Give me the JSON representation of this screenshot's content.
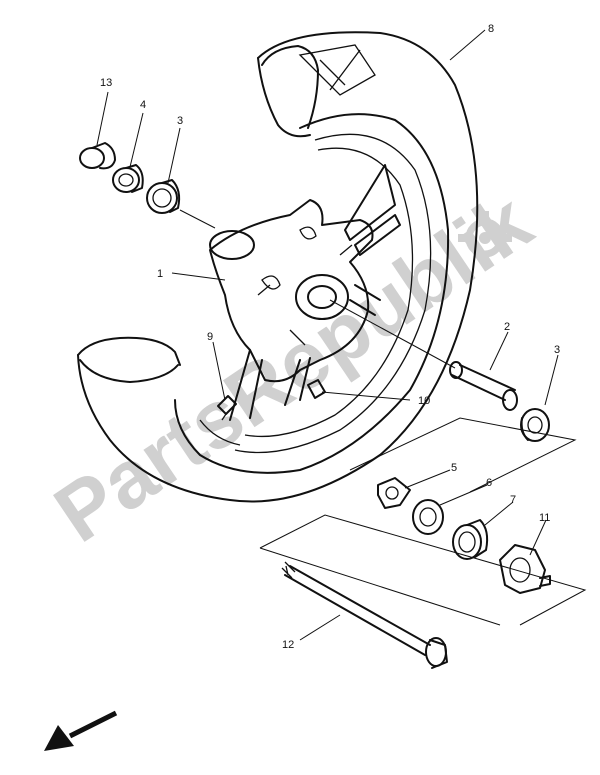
{
  "watermark": {
    "text": "PartsRepublik"
  },
  "callouts": {
    "c1": "1",
    "c2": "2",
    "c3a": "3",
    "c3b": "3",
    "c4": "4",
    "c5": "5",
    "c6": "6",
    "c7": "7",
    "c8": "8",
    "c9": "9",
    "c10": "10",
    "c11": "11",
    "c12": "12",
    "c13": "13"
  },
  "icons": {
    "direction": "arrow-front-icon"
  }
}
